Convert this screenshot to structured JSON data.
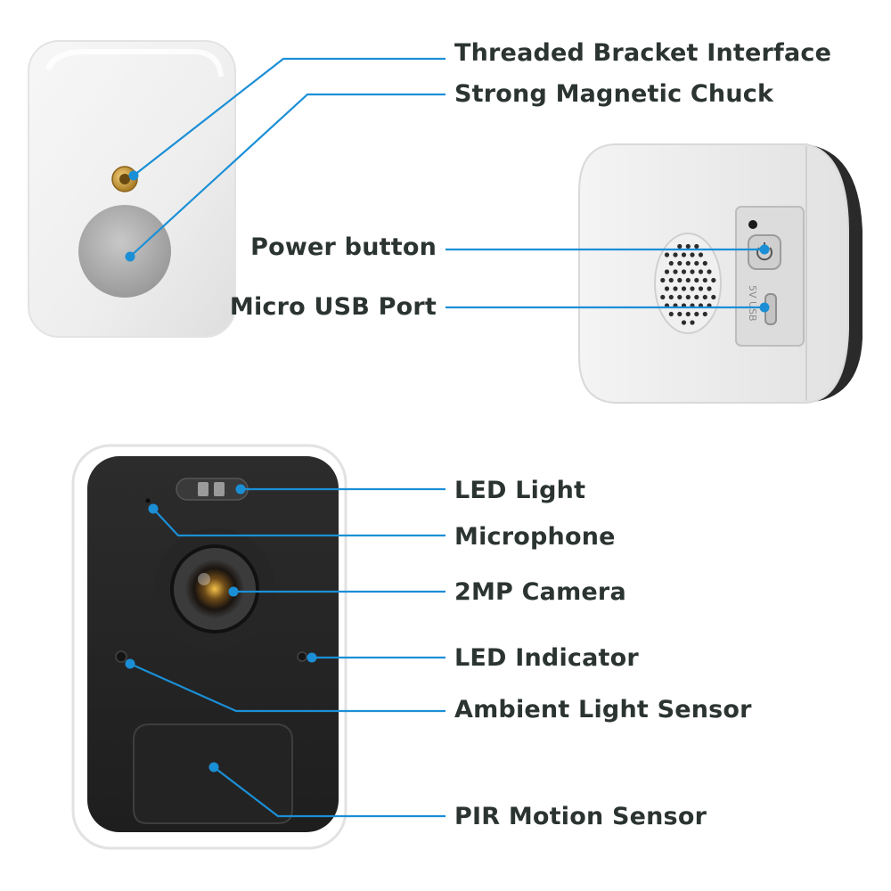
{
  "accent_color": "#1b8fd6",
  "callouts": {
    "threaded_bracket": "Threaded Bracket Interface",
    "magnetic_chuck": "Strong Magnetic Chuck",
    "power_button": "Power button",
    "micro_usb": "Micro USB Port",
    "led_light": "LED Light",
    "microphone": "Microphone",
    "camera": "2MP Camera",
    "led_indicator": "LED Indicator",
    "ambient_sensor": "Ambient Light Sensor",
    "pir_sensor": "PIR Motion Sensor"
  },
  "device_print": {
    "port_text": "5V USB"
  }
}
